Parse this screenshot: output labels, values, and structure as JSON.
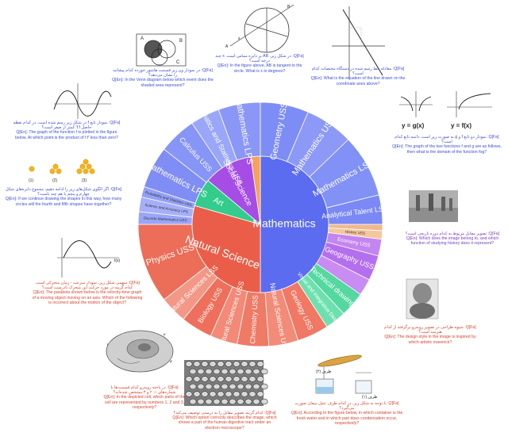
{
  "center": {
    "label": "Mathematics",
    "color": "#5b6cf0"
  },
  "inner_ring": [
    {
      "label": "Mathematics",
      "color": "#5b6cf0",
      "start": -90,
      "end": 90
    },
    {
      "label": "Natural Science",
      "color": "#ea5e49",
      "start": 90,
      "end": 196
    },
    {
      "label": "Art",
      "color": "#33cc8c",
      "start": 196,
      "end": 220
    },
    {
      "label": "Social Science",
      "color": "#a64de6",
      "start": 220,
      "end": 262
    },
    {
      "label": "",
      "color": "#f5a25a",
      "start": 262,
      "end": 270
    }
  ],
  "outer_ring": [
    {
      "label": "Geometry USS",
      "color": "#7e8cf5",
      "start": -90,
      "end": -67
    },
    {
      "label": "Mathematics USS",
      "color": "#8c99f7",
      "start": -67,
      "end": -44
    },
    {
      "label": "Mathematics LSS",
      "color": "#8291f6",
      "start": -44,
      "end": -14
    },
    {
      "label": "Analytical Talent LSS",
      "color": "#7a89f4",
      "start": -14,
      "end": 0
    },
    {
      "label": "",
      "color": "#f0b98d",
      "start": 0,
      "end": 3
    },
    {
      "label": "History USS",
      "color": "#f4c79d",
      "start": 3,
      "end": 7
    },
    {
      "label": "Economy USS",
      "color": "#c485f0",
      "start": 7,
      "end": 15
    },
    {
      "label": "Geography USS",
      "color": "#b46fee",
      "start": 15,
      "end": 27
    },
    {
      "label": "",
      "color": "#c98cf2",
      "start": 27,
      "end": 35
    },
    {
      "label": "Technical drawing",
      "color": "#55d8a0",
      "start": 35,
      "end": 47
    },
    {
      "label": "Visual and Integrative Design",
      "color": "#6ee0af",
      "start": 47,
      "end": 57
    },
    {
      "label": "Geology USS",
      "color": "#f07864",
      "start": 57,
      "end": 72
    },
    {
      "label": "Natural Sciences USS",
      "color": "#f28b78",
      "start": 72,
      "end": 86
    },
    {
      "label": "Chemistry USS",
      "color": "#ef7a66",
      "start": 86,
      "end": 101
    },
    {
      "label": "Natural Sciences USS",
      "color": "#f28a77",
      "start": 101,
      "end": 114
    },
    {
      "label": "Biology USS",
      "color": "#ee6f5b",
      "start": 114,
      "end": 129
    },
    {
      "label": "Natural Sciences LSS",
      "color": "#f39886",
      "start": 129,
      "end": 142
    },
    {
      "label": "Physics USS",
      "color": "#ec6d58",
      "start": 142,
      "end": 180
    },
    {
      "label": "Discrete Mathematics USS",
      "color": "#9aa5f8",
      "start": 180,
      "end": 186
    },
    {
      "label": "Science and Accuracy LPS",
      "color": "#a5aff9",
      "start": 186,
      "end": 193
    },
    {
      "label": "Probability and Statistics USS",
      "color": "#93a0f7",
      "start": 193,
      "end": 198
    },
    {
      "label": "Mathematics LPS",
      "color": "#7f8df5",
      "start": 198,
      "end": 218
    },
    {
      "label": "Calculus USS",
      "color": "#8795f6",
      "start": 218,
      "end": 236
    },
    {
      "label": "Mathematics and Statistics USS",
      "color": "#9aa6f8",
      "start": 236,
      "end": 250
    },
    {
      "label": "Mathematics LPS",
      "color": "#8a97f6",
      "start": 250,
      "end": 270
    }
  ],
  "questions": [
    {
      "id": "venn",
      "color": "blue",
      "fa": "Q[Fa]: در نمودار ون زیر قسمت هاشور خورده کدام پیشامد را نشان می‌دهد؟",
      "en": "Q[En]: In the Venn diagram below which event does the shaded area represent?"
    },
    {
      "id": "circle",
      "color": "blue",
      "fa": "Q[Fa]: در شکل زیر، AB بر دایره مماس است. x چند درجه است؟",
      "en": "Q[En]: In the figure above, AB is tangent to the circle. What is x in degrees?"
    },
    {
      "id": "line",
      "color": "blue",
      "fa": "Q[Fa]: معادله خط رسم شده در دستگاه مختصات کدام است؟",
      "en": "Q[En]: What is the equation of the line drawn on the coordinate axes above?"
    },
    {
      "id": "functions",
      "color": "blue",
      "fa": "Q[Fa]: نمودار دو تابع f و g به صورت زیر است. دامنه تابع کدام است؟",
      "en": "Q[En]: The graph of the two functions f and g are as follows, then what is the domain of the function fog?"
    },
    {
      "id": "fx",
      "color": "blue",
      "fa": "Q[Fa]: نمودار تابع f در شکل زیر رسم شده است. در کدام نقطه حاصل f.f' کمتر از صفر است؟",
      "en": "Q[En]: The graph of the function f is plotted in the figure below. At which point is the product of f.f' less than zero?"
    },
    {
      "id": "circles",
      "color": "blue",
      "fa": "Q[Fa]: اگر الگوی شکل‌های زیر را ادامه دهیم، مجموع دایره‌های شکل چهارم و پنجم با هم چند تاست؟",
      "en": "Q[En]: If we continue drawing the shapes in this way, how many circles will the fourth and fifth shapes have together?"
    },
    {
      "id": "velocity",
      "color": "red",
      "fa": "Q[Fa]: سهمی شکل زیر، نمودار سرعت - زمان متحرکی است. کدام گزینه در مورد حرکت این متحرک نادرست است؟",
      "en": "Q[En]: The parabola shown below is the velocity-time graph of a moving object moving on an axis. Which of the following is incorrect about the motion of the object?"
    },
    {
      "id": "cell",
      "color": "red",
      "fa": "Q[Fa]: در یاخته روبه‌رو کدام قسمت‌ها با شماره‌های ۱، ۲ و ۳ مشخص شده‌اند؟",
      "en": "Q[En]: In the depicted cell, which parts of the cell are represented by numbers 1, 2 and 3, respectively?"
    },
    {
      "id": "microscope",
      "color": "red",
      "fa": "Q[Fa]: کدام گزینه تصویر مقابل را به درستی توصیف می‌کند؟",
      "en": "Q[En]: Which option correctly describes the image, which shows a part of the human digestive tract under an electron microscope?"
    },
    {
      "id": "condensation",
      "color": "red",
      "fa": "Q[Fa]: با توجه به شکل زیر، در کدام ظرف عمل میعان صورت می‌گیرد؟",
      "en": "Q[En]: According to the figure below, in which container is the fresh water and in which part does condensation occur, respectively?"
    },
    {
      "id": "persepolis",
      "color": "purple",
      "fa": "Q[Fa]: تصویر مقابل مربوط به کدام دوره تاریخی است؟",
      "en": "Q[En]: Which does the image belong to, and which function of studying history does it represent?"
    },
    {
      "id": "engraving",
      "color": "red",
      "fa": "Q[Fa]: شیوه طراحی در تصویر روبه‌رو برگرفته از کدام هنرمند است؟",
      "en": "Q[En]: The design style in the image is inspired by which artistic maverick?"
    }
  ],
  "figure_text": {
    "venn": [
      "A",
      "B",
      "C"
    ],
    "circle": [
      "A",
      "B",
      "x"
    ],
    "functions": [
      "y = g(x)",
      "y = f(x)"
    ],
    "circles": [
      "(1)",
      "(2)",
      "(3)"
    ],
    "velocity": [
      "t(s)"
    ],
    "condensation": [
      "ظرف (۲)",
      "ظرف (۱)"
    ],
    "cell": [
      "۱",
      "۲",
      "۳"
    ]
  }
}
